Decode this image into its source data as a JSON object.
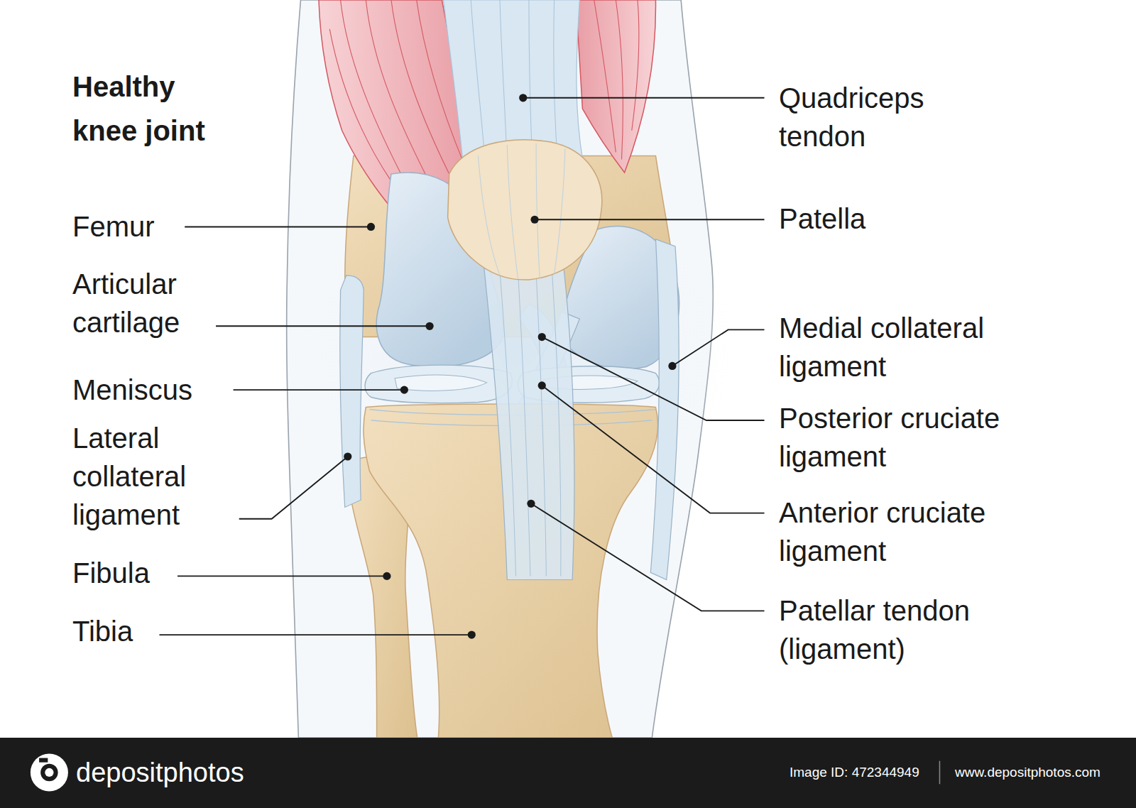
{
  "diagram": {
    "title": "Healthy knee joint",
    "labels": [
      "Quadriceps tendon",
      "Patella",
      "Femur",
      "Articular cartilage",
      "Meniscus",
      "Lateral collateral ligament",
      "Fibula",
      "Tibia",
      "Medial collateral ligament",
      "Posterior cruciate ligament",
      "Anterior cruciate ligament",
      "Patellar tendon (ligament)",
      "depositphotos",
      "Image ID: 472344949",
      "www.depositphotos.com"
    ]
  }
}
